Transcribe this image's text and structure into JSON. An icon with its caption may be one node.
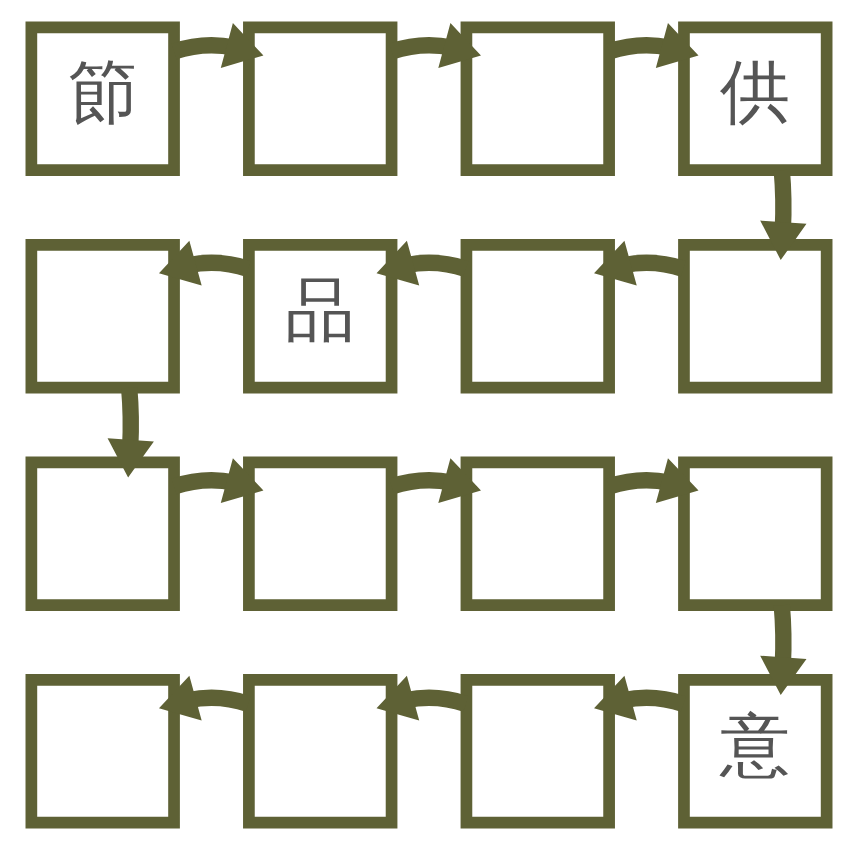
{
  "diagram": {
    "nodes": [
      {
        "text": [
          "節"
        ]
      },
      {
        "text": [],
        "shape": "box"
      },
      {
        "text": [],
        "shape": "box"
      },
      {
        "text": [
          "供"
        ]
      },
      {
        "text": [],
        "shape": "box"
      },
      {
        "text": [
          "品"
        ]
      },
      {
        "text": [],
        "shape": "box"
      },
      {
        "text": [],
        "shape": "box"
      },
      {
        "text": [],
        "shape": "box"
      },
      {
        "text": [],
        "shape": "box"
      },
      {
        "text": [],
        "shape": "box"
      },
      {
        "text": [],
        "shape": "box"
      },
      {
        "text": [],
        "shape": "box"
      },
      {
        "text": [],
        "shape": "box"
      },
      {
        "text": [],
        "shape": "box"
      },
      {
        "text": [
          "意"
        ]
      }
    ],
    "edges": [
      {
        "from": 0,
        "to": 1,
        "arrow": "to"
      },
      {
        "from": 1,
        "to": 2,
        "arrow": "to"
      },
      {
        "from": 2,
        "to": 3,
        "arrow": "to"
      },
      {
        "from": 3,
        "to": 7,
        "arrow": "to"
      },
      {
        "from": 7,
        "to": 6,
        "arrow": "to"
      },
      {
        "from": 6,
        "to": 5,
        "arrow": "to"
      },
      {
        "from": 5,
        "to": 4,
        "arrow": "to"
      },
      {
        "from": 4,
        "to": 8,
        "arrow": "to"
      },
      {
        "from": 8,
        "to": 9,
        "arrow": "to"
      },
      {
        "from": 9,
        "to": 10,
        "arrow": "to"
      },
      {
        "from": 10,
        "to": 11,
        "arrow": "to"
      },
      {
        "from": 11,
        "to": 15,
        "arrow": "to"
      },
      {
        "from": 15,
        "to": 14,
        "arrow": "to"
      },
      {
        "from": 14,
        "to": 13,
        "arrow": "to"
      },
      {
        "from": 13,
        "to": 12,
        "arrow": "to"
      }
    ]
  }
}
